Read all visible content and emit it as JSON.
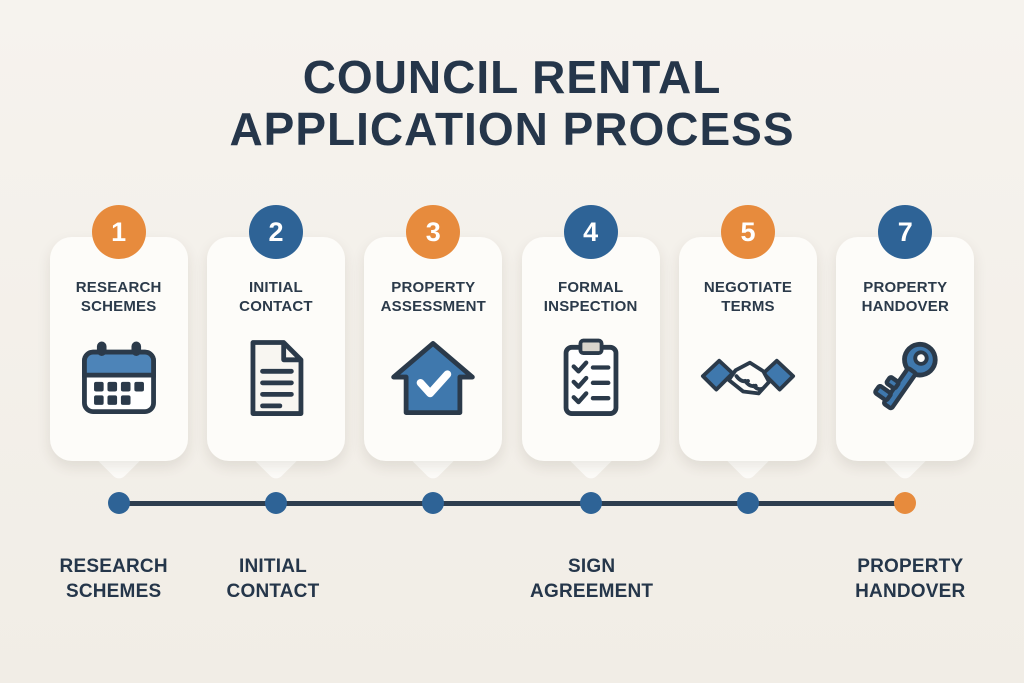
{
  "title": "COUNCIL RENTAL APPLICATION PROCESS",
  "colors": {
    "background": "#f2efe9",
    "card": "#fdfcf9",
    "navy": "#2b3a4a",
    "title_text": "#25364a",
    "orange": "#e78b3d",
    "blue": "#2e6396",
    "icon_blue": "#3f78ad",
    "timeline_line": "#2e3e4f"
  },
  "steps": [
    {
      "number": "1",
      "label": "RESEARCH SCHEMES",
      "icon": "calendar-icon",
      "accent": "orange"
    },
    {
      "number": "2",
      "label": "INITIAL CONTACT",
      "icon": "document-icon",
      "accent": "blue"
    },
    {
      "number": "3",
      "label": "PROPERTY ASSESSMENT",
      "icon": "house-check-icon",
      "accent": "orange"
    },
    {
      "number": "4",
      "label": "FORMAL INSPECTION",
      "icon": "clipboard-checklist-icon",
      "accent": "blue"
    },
    {
      "number": "5",
      "label": "NEGOTIATE TERMS",
      "icon": "handshake-icon",
      "accent": "orange"
    },
    {
      "number": "7",
      "label": "PROPERTY HANDOVER",
      "icon": "key-icon",
      "accent": "blue"
    }
  ],
  "timeline": {
    "dot_colors": [
      "blue",
      "blue",
      "blue",
      "blue",
      "blue",
      "orange"
    ],
    "labels": [
      "RESEARCH SCHEMES",
      "INITIAL CONTACT",
      "",
      "SIGN AGREEMENT",
      "",
      "PROPERTY HANDOVER"
    ]
  }
}
